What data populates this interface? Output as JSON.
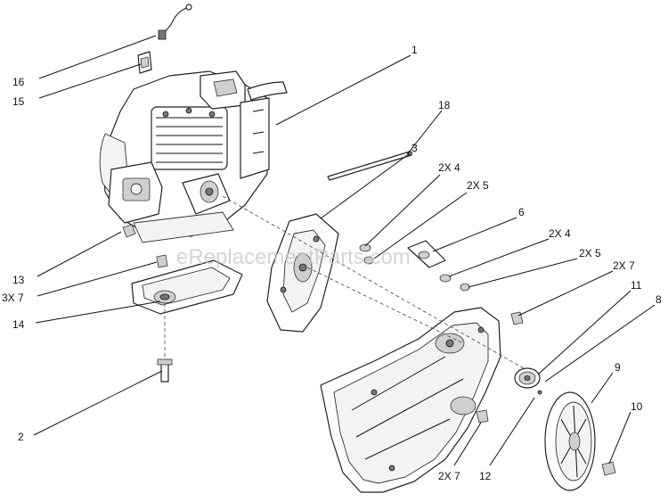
{
  "watermark": "eReplacementParts.com",
  "callouts": {
    "c1": "1",
    "c18": "18",
    "c3": "3",
    "c2x4a": "2X 4",
    "c2x5a": "2X 5",
    "c6": "6",
    "c2x4b": "2X 4",
    "c2x5b": "2X 5",
    "c2x7a": "2X 7",
    "c11": "11",
    "c8": "8",
    "c9": "9",
    "c10": "10",
    "c16": "16",
    "c15": "15",
    "c13": "13",
    "c3x7": "3X 7",
    "c14": "14",
    "c2": "2",
    "c2x7b": "2X 7",
    "c12": "12"
  }
}
